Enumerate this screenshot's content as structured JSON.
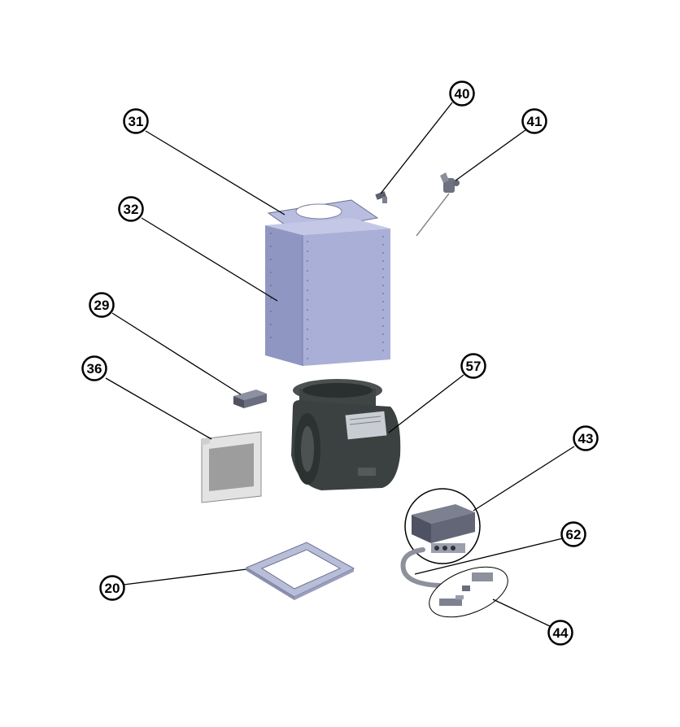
{
  "callouts": [
    {
      "id": "c31",
      "label": "31"
    },
    {
      "id": "c40",
      "label": "40"
    },
    {
      "id": "c41",
      "label": "41"
    },
    {
      "id": "c32",
      "label": "32"
    },
    {
      "id": "c29",
      "label": "29"
    },
    {
      "id": "c36",
      "label": "36"
    },
    {
      "id": "c57",
      "label": "57"
    },
    {
      "id": "c43",
      "label": "43"
    },
    {
      "id": "c62",
      "label": "62"
    },
    {
      "id": "c20",
      "label": "20"
    },
    {
      "id": "c44",
      "label": "44"
    }
  ],
  "colors": {
    "housing": "#a9afd6",
    "housing_dark": "#8b92be",
    "motor": "#3a4140",
    "frame": "#b8bdd8",
    "filter": "#9a9a9a",
    "box": "#5a5f6e"
  }
}
